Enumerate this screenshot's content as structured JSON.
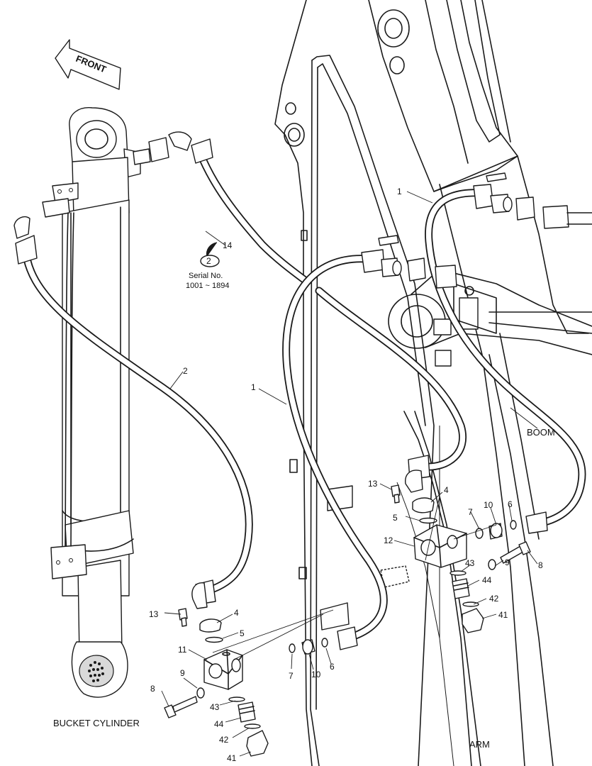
{
  "front_label": "FRONT",
  "captions": {
    "bucket_cylinder": "BUCKET CYLINDER",
    "boom": "BOOM",
    "arm": "ARM"
  },
  "serial_note": {
    "circle_number": "2",
    "line1": "Serial No.",
    "line2": "1001 ~ 1894"
  },
  "callouts": {
    "c1_upper": "1",
    "c1_middle": "1",
    "c2": "2",
    "c14": "14",
    "c13_left": "13",
    "c4_left": "4",
    "c5_left": "5",
    "c11": "11",
    "c9_left": "9",
    "c8_left": "8",
    "c7_left": "7",
    "c10_left": "10",
    "c6_left": "6",
    "c43_left": "43",
    "c44_left": "44",
    "c42_left": "42",
    "c41_left": "41",
    "c13_right": "13",
    "c4_right": "4",
    "c5_right": "5",
    "c7_right": "7",
    "c10_right": "10",
    "c6_right": "6",
    "c12": "12",
    "c9_right": "9",
    "c8_right": "8",
    "c43_right": "43",
    "c44_right": "44",
    "c42_right": "42",
    "c41_right": "41"
  }
}
